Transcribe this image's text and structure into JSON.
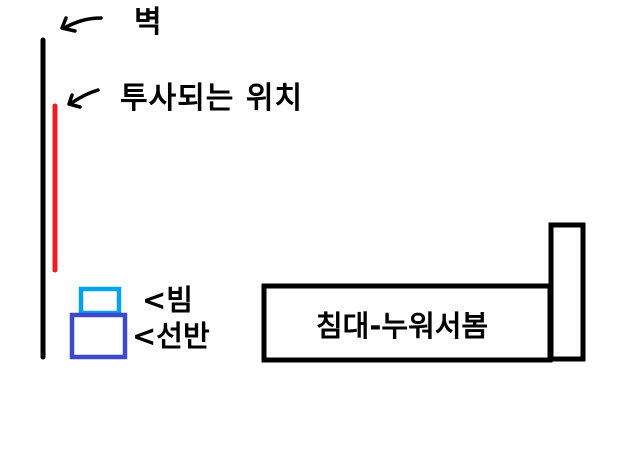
{
  "labels": {
    "wall": "벽",
    "projection_position": "투사되는 위치",
    "beam": "<빔",
    "shelf": "<선반",
    "bed": "침대-누워서봄"
  },
  "colors": {
    "wall": "#000000",
    "projection": "#ED1C24",
    "beam": "#00A2E8",
    "shelf": "#3F48CC",
    "bed": "#000000",
    "background": "#FFFFFF"
  }
}
